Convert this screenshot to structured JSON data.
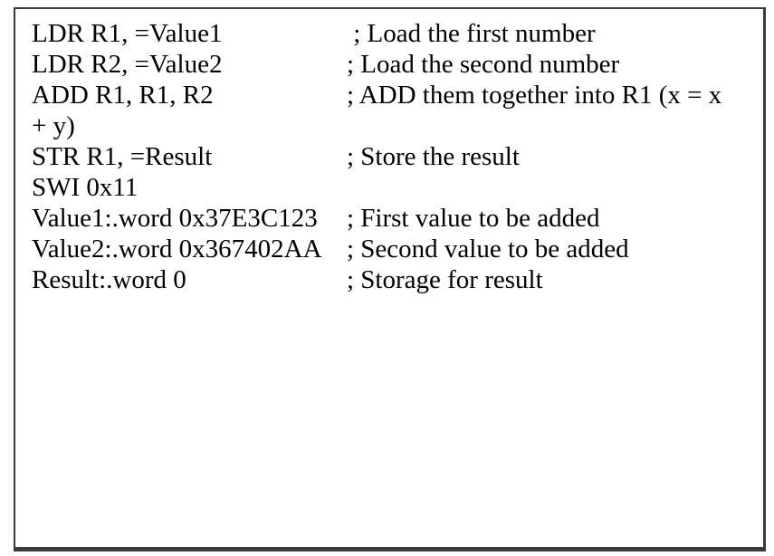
{
  "colors": {
    "background": "#ffffff",
    "border": "#3a3a3a",
    "text": "#000000"
  },
  "code_block": {
    "language": "ARM assembly",
    "lines": [
      {
        "code": "LDR R1, =Value1",
        "comment": " ; Load the first number"
      },
      {
        "code": "LDR R2, =Value2",
        "comment": "; Load the second number"
      },
      {
        "code": "ADD R1, R1, R2",
        "comment": "; ADD them together into R1 (x = x"
      },
      {
        "code": "+ y)",
        "comment": ""
      },
      {
        "code": "STR R1, =Result",
        "comment": "; Store the result"
      },
      {
        "code": "SWI 0x11",
        "comment": ""
      },
      {
        "code": "Value1:.word 0x37E3C123",
        "comment": "; First value to be added"
      },
      {
        "code": "Value2:.word 0x367402AA",
        "comment": "; Second value to be added"
      },
      {
        "code": "Result:.word 0",
        "comment": "; Storage for result"
      }
    ]
  }
}
